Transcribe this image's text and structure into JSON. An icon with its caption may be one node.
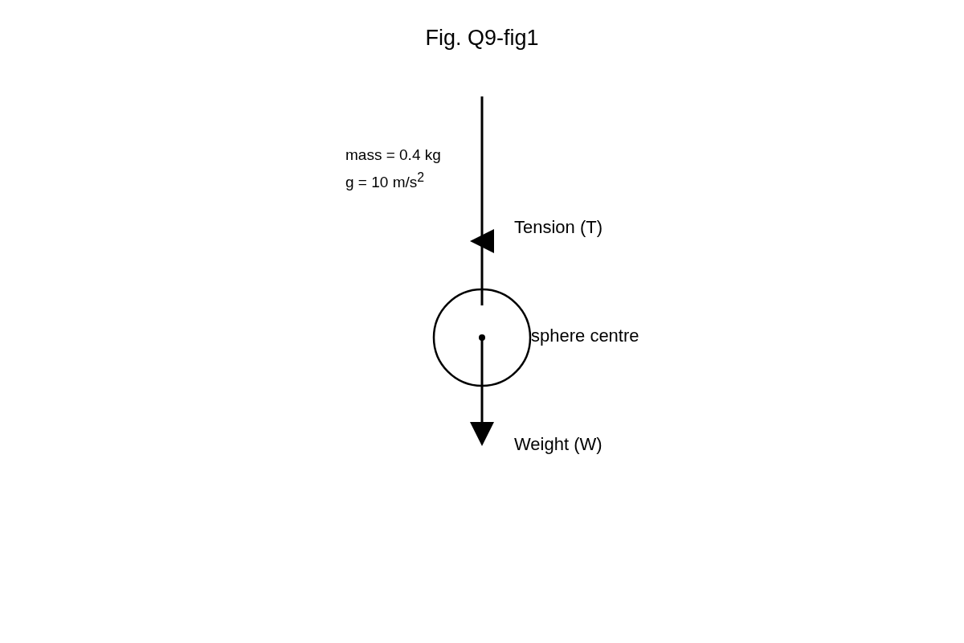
{
  "diagram": {
    "title": "Fig. Q9-fig1",
    "nodes": [
      {
        "text": [],
        "shape": "circle",
        "beside": [
          "sphere centre"
        ]
      }
    ],
    "labels": [
      "mass = 0.4 kg",
      "g = 10 m/s$^{2}$",
      "Tension (T)",
      "Weight (W)"
    ]
  }
}
